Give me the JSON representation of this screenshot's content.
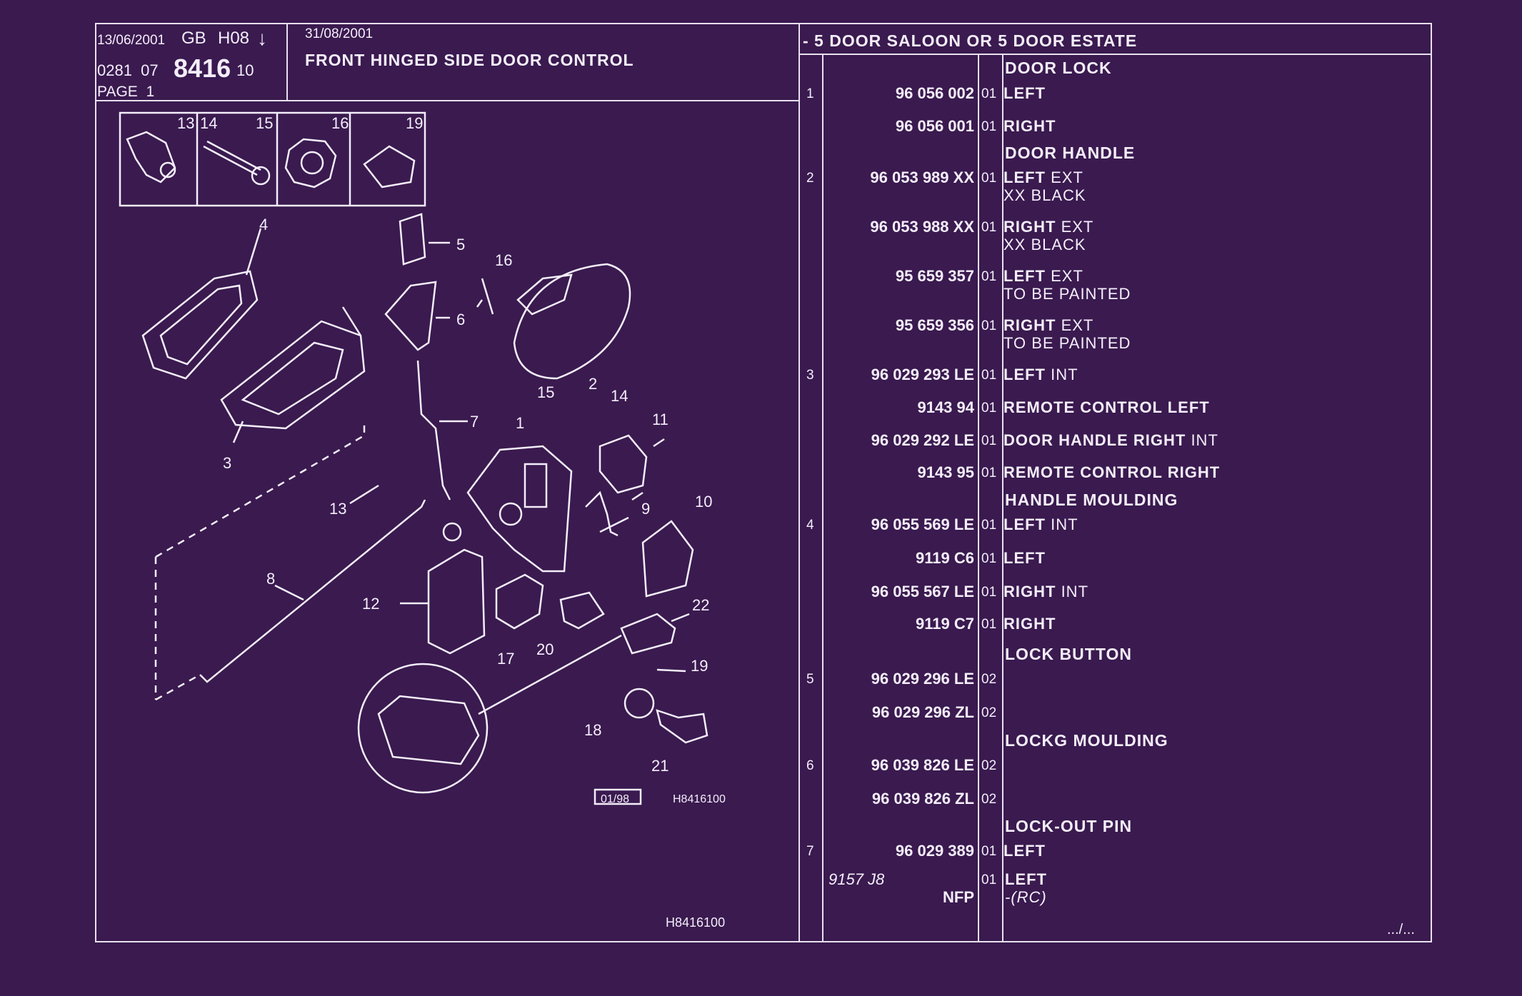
{
  "header": {
    "print_date": "13/06/2001",
    "lang": "GB",
    "code": "H08",
    "arrow": "↓",
    "ref_prefix": "0281  07",
    "ref_main": "8416",
    "ref_suffix": "10",
    "page": "PAGE  1",
    "issue_date": "31/08/2001",
    "title": "FRONT HINGED SIDE DOOR CONTROL",
    "applicability": "- 5 DOOR SALOON OR  5 DOOR ESTATE"
  },
  "diagram": {
    "inset_labels": [
      "13",
      "14",
      "15",
      "16",
      "19"
    ],
    "callouts": [
      "1",
      "2",
      "3",
      "4",
      "5",
      "6",
      "7",
      "8",
      "9",
      "10",
      "11",
      "12",
      "13",
      "14",
      "15",
      "16",
      "17",
      "18",
      "19",
      "20",
      "21",
      "22"
    ],
    "stamp": "01/98",
    "drawing_ref": "H8416100",
    "drawing_ref_bottom": "H8416100"
  },
  "parts": [
    {
      "section": "DOOR LOCK",
      "idx": "1",
      "pn": "96 056 002",
      "qty": "01",
      "desc_bold": "LEFT",
      "desc": "",
      "note": ""
    },
    {
      "section": "",
      "idx": "",
      "pn": "96 056 001",
      "qty": "01",
      "desc_bold": "RIGHT",
      "desc": "",
      "note": ""
    },
    {
      "section": "DOOR HANDLE",
      "idx": "2",
      "pn": "96 053 989 XX",
      "qty": "01",
      "desc_bold": "LEFT",
      "desc": " EXT",
      "note": "XX BLACK"
    },
    {
      "section": "",
      "idx": "",
      "pn": "96 053 988 XX",
      "qty": "01",
      "desc_bold": "RIGHT",
      "desc": " EXT",
      "note": "XX BLACK"
    },
    {
      "section": "",
      "idx": "",
      "pn": "95 659 357",
      "qty": "01",
      "desc_bold": "LEFT",
      "desc": " EXT",
      "note": "TO BE PAINTED"
    },
    {
      "section": "",
      "idx": "",
      "pn": "95 659 356",
      "qty": "01",
      "desc_bold": "RIGHT",
      "desc": " EXT",
      "note": "TO BE PAINTED"
    },
    {
      "section": "",
      "idx": "3",
      "pn": "96 029 293 LE",
      "qty": "01",
      "desc_bold": "LEFT",
      "desc": " INT",
      "note": ""
    },
    {
      "section": "",
      "idx": "",
      "pn": "9143 94",
      "qty": "01",
      "desc_bold": "REMOTE CONTROL LEFT",
      "desc": "",
      "note": ""
    },
    {
      "section": "",
      "idx": "",
      "pn": "96 029 292 LE",
      "qty": "01",
      "desc_bold": "DOOR HANDLE RIGHT",
      "desc": " INT",
      "note": ""
    },
    {
      "section": "",
      "idx": "",
      "pn": "9143 95",
      "qty": "01",
      "desc_bold": "REMOTE CONTROL RIGHT",
      "desc": "",
      "note": ""
    },
    {
      "section": "HANDLE MOULDING",
      "idx": "4",
      "pn": "96 055 569 LE",
      "qty": "01",
      "desc_bold": "LEFT",
      "desc": " INT",
      "note": ""
    },
    {
      "section": "",
      "idx": "",
      "pn": "9119 C6",
      "qty": "01",
      "desc_bold": "LEFT",
      "desc": "",
      "note": ""
    },
    {
      "section": "",
      "idx": "",
      "pn": "96 055 567 LE",
      "qty": "01",
      "desc_bold": "RIGHT",
      "desc": " INT",
      "note": ""
    },
    {
      "section": "",
      "idx": "",
      "pn": "9119 C7",
      "qty": "01",
      "desc_bold": "RIGHT",
      "desc": "",
      "note": ""
    },
    {
      "section": "LOCK BUTTON",
      "idx": "5",
      "pn": "96 029 296 LE",
      "qty": "02",
      "desc_bold": "",
      "desc": "",
      "note": ""
    },
    {
      "section": "",
      "idx": "",
      "pn": "96 029 296 ZL",
      "qty": "02",
      "desc_bold": "",
      "desc": "",
      "note": ""
    },
    {
      "section": "LOCKG MOULDING",
      "idx": "6",
      "pn": "96 039 826 LE",
      "qty": "02",
      "desc_bold": "",
      "desc": "",
      "note": ""
    },
    {
      "section": "",
      "idx": "",
      "pn": "96 039 826 ZL",
      "qty": "02",
      "desc_bold": "",
      "desc": "",
      "note": ""
    },
    {
      "section": "LOCK-OUT PIN",
      "idx": "7",
      "pn": "96 029 389",
      "qty": "01",
      "desc_bold": "LEFT",
      "desc": "",
      "note": ""
    }
  ],
  "last_row": {
    "alt_ref": "9157 J8",
    "pn": "NFP",
    "qty": "01",
    "desc_bold": "LEFT",
    "note": "-(RC)"
  },
  "continued": ".../..."
}
